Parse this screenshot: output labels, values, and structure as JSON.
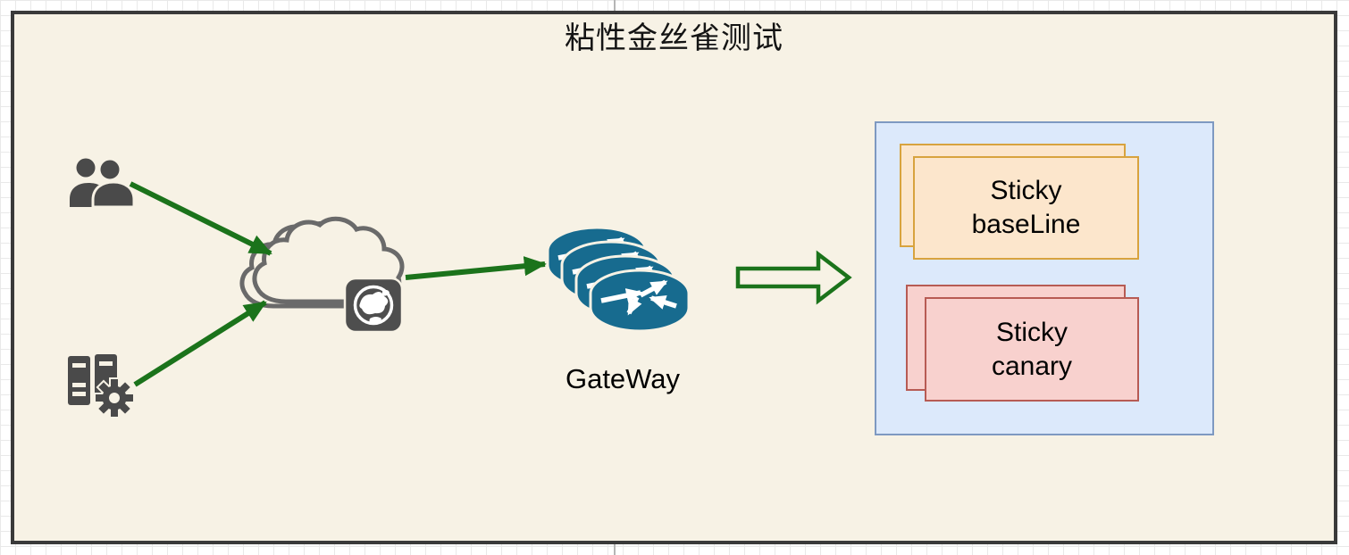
{
  "title": "粘性金丝雀测试",
  "gateway_label": "GateWay",
  "cluster": {
    "baseline": {
      "line1": "Sticky",
      "line2": "baseLine"
    },
    "canary": {
      "line1": "Sticky",
      "line2": "canary"
    }
  },
  "icons": {
    "users": "users-icon",
    "servers": "server-gear-icon",
    "cloud": "cloud-internet-icon",
    "globe": "globe-icon",
    "routers": "router-stack-icon",
    "flow_arrow": "block-arrow-right-icon"
  },
  "colors": {
    "page_bg": "#F7F2E5",
    "page_border": "#3A3A3A",
    "arrow_green": "#1B731B",
    "router_blue": "#176B8F",
    "icon_gray": "#4A4A4A",
    "cloud_gray": "#6A6A6A",
    "globe_square_gray": "#4E4E4E",
    "container_fill": "#DCE9FB",
    "container_border": "#7E99C1",
    "baseline_fill": "#FCE6CC",
    "baseline_border": "#D8A33E",
    "canary_fill": "#F8D1CE",
    "canary_border": "#B75B54"
  }
}
